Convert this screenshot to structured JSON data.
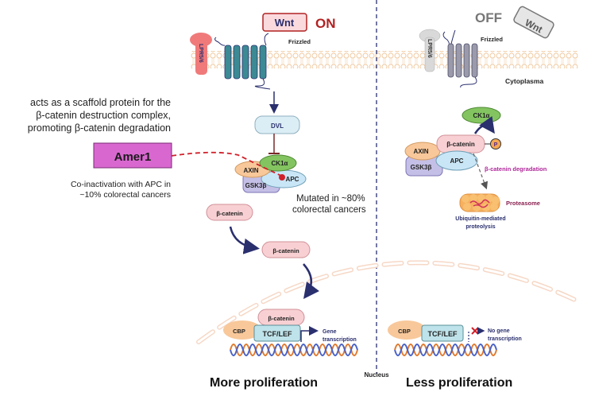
{
  "on_panel": {
    "state_label": "ON",
    "wnt_label": "Wnt",
    "receptor_label": "LPR5/6",
    "frizzled_label": "Frizzled",
    "dvl_label": "DVL",
    "complex": {
      "ck1a": "CK1α",
      "axin": "AXIN",
      "apc": "APC",
      "gsk3b": "GSK3β"
    },
    "apc_note": [
      "Mutated in ~80%",
      "colorectal cancers"
    ],
    "beta_catenin_label": "β-catenin",
    "nuclear": {
      "cbp": "CBP",
      "tcf_lef": "TCF/LEF",
      "beta_catenin": "β-catenin",
      "gene_transcription": [
        "Gene",
        "transcription"
      ]
    },
    "outcome": "More proliferation"
  },
  "off_panel": {
    "state_label": "OFF",
    "wnt_label": "Wnt",
    "receptor_label": "LPR5/6",
    "frizzled_label": "Frizzled",
    "cytoplasm_label": "Cytoplasma",
    "complex": {
      "ck1a": "CK1α",
      "axin": "AXIN",
      "apc": "APC",
      "gsk3b": "GSK3β",
      "beta_catenin": "β-catenin",
      "phospho": "P"
    },
    "degradation_label": "β-catenin degradation",
    "proteasome_label": "Proteasome",
    "proteolysis_label": [
      "Ubiquitin-mediated",
      "proteolysis"
    ],
    "nuclear": {
      "cbp": "CBP",
      "tcf_lef": "TCF/LEF",
      "no_transcription": [
        "No gene",
        "transcription"
      ]
    },
    "outcome": "Less proliferation"
  },
  "nucleus_label": "Nucleus",
  "amer1": {
    "label": "Amer1",
    "description": [
      "acts as a scaffold protein for the",
      "β-catenin destruction complex,",
      "promoting β-catenin degradation"
    ],
    "note": [
      "Co-inactivation with APC in",
      "~10% colorectal cancers"
    ]
  },
  "colors": {
    "on_red": "#b22222",
    "amer1_fill": "#d868d0",
    "navy": "#2a2f6e",
    "membrane": "#f2c9a0",
    "magenta": "#b0279a",
    "proteasome": "#f5b060"
  }
}
